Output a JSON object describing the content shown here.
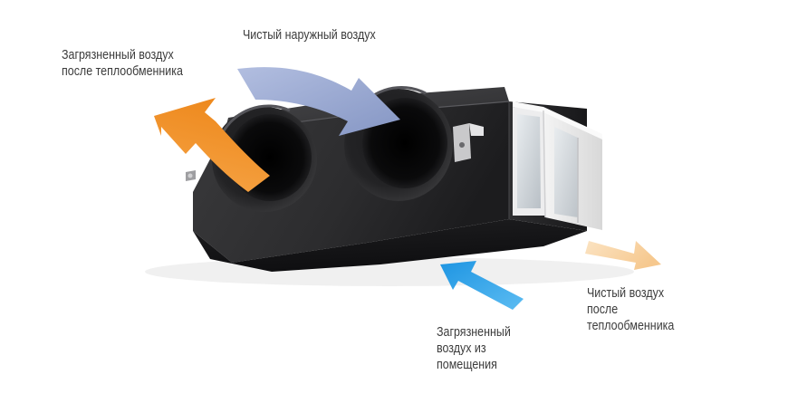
{
  "labels": {
    "clean_outdoor_air": [
      "Чистый наружный воздух"
    ],
    "dirty_air_after_exchanger": [
      "Загрязненный воздух",
      "после теплообменника"
    ],
    "clean_air_after_exchanger": [
      "Чистый воздух",
      "после",
      "теплообменника"
    ],
    "dirty_room_air": [
      "Загрязненный",
      "воздух из",
      "помещения"
    ]
  },
  "arrows": {
    "dirty_exhaust": {
      "color": "#f08f28",
      "icon": "orange-arrow-icon"
    },
    "clean_outdoor": {
      "color": "#97a6cd",
      "icon": "lavender-arrow-icon"
    },
    "clean_supply": {
      "color": "#f8d2a0",
      "icon": "peach-arrow-icon"
    },
    "dirty_room": {
      "color": "#3aa9ec",
      "icon": "blue-arrow-icon"
    }
  },
  "unit": {
    "body_color": "#2a2a2c",
    "icon": "ventilation-unit-icon"
  }
}
